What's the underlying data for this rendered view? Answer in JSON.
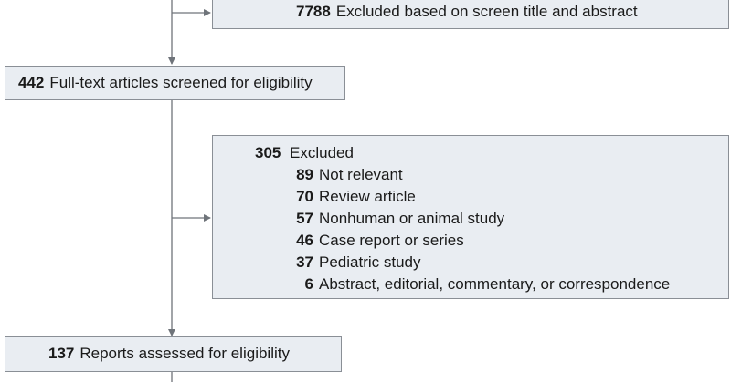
{
  "boxes": {
    "excluded_screen": {
      "count": "7788",
      "label": "Excluded based on screen title and abstract"
    },
    "fulltext_screened": {
      "count": "442",
      "label": "Full-text articles screened for eligibility"
    },
    "excluded_fulltext": {
      "count": "305",
      "label": "Excluded",
      "reasons": [
        {
          "count": "89",
          "label": "Not relevant"
        },
        {
          "count": "70",
          "label": "Review article"
        },
        {
          "count": "57",
          "label": "Nonhuman or animal study"
        },
        {
          "count": "46",
          "label": "Case report or series"
        },
        {
          "count": "37",
          "label": "Pediatric study"
        },
        {
          "count": "6",
          "label": "Abstract, editorial, commentary, or correspondence"
        }
      ]
    },
    "reports_assessed": {
      "count": "137",
      "label": "Reports assessed for eligibility"
    }
  }
}
